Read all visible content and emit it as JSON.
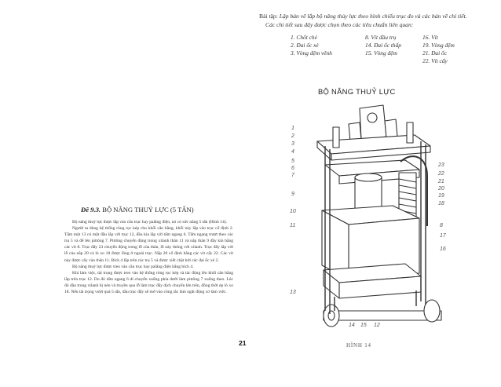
{
  "task": {
    "label": "Bài tập:",
    "line1": "Lập bản vẽ lắp bộ nâng thủy lực theo hình chiếu trục đo và các bản vẽ chi tiết.",
    "line2": "Các chi tiết sau đây được chọn theo các tiêu chuẩn liên quan:"
  },
  "parts": [
    [
      "1. Chốt chẻ",
      "8. Vít đầu trụ",
      "16. Vít"
    ],
    [
      "2. Đai ốc xẻ",
      "14. Đai ốc thấp",
      "19. Vòng đệm"
    ],
    [
      "3. Vòng đệm vênh",
      "15. Vòng đệm",
      "21. Đai ốc"
    ],
    [
      "",
      "",
      "22. Vít cấy"
    ]
  ],
  "figure": {
    "title": "BỘ NÂNG THUỶ LỰC",
    "caption": "HÌNH 14",
    "labels_left": [
      "1",
      "2",
      "3",
      "4",
      "5",
      "6",
      "7",
      "9",
      "10",
      "11",
      "13"
    ],
    "labels_right": [
      "23",
      "22",
      "21",
      "20",
      "19",
      "18",
      "8",
      "17",
      "16"
    ],
    "labels_bottom": [
      "14",
      "15",
      "12"
    ]
  },
  "page_number": "21",
  "article": {
    "number": "Đề 9.3.",
    "title": "BỘ NÂNG THUỶ LỰC (5 TẤN)",
    "paragraphs": [
      "Bộ nâng thuỷ lực được lắp vào cầu trục hay palăng điện, nó có sức nâng 5 tấn (Hình 14).",
      "Người ta dùng hệ thống ròng rọc kép cho khối cân bằng, khối này lắp vào trục cố định 2. Tấm một 13 có một đầu lắp với trục 12, đầu kia lắp với tấm ngang 6. Tấm ngang trượt theo các trụ 5 và để lên pittông 7. Pittông chuyển động trong xilanh thân 11 và nắp thân 9 đầy kín bằng các vít 8. Trục đẩy 23 chuyển động trong lỗ của thân, lỗ này thông với xilanh. Trục đẩy lắp với lỗ của nắp 20 và lò xo 18 được lồng ở ngoài trục. Nắp 20 cố định bằng các vít cấy 22. Các vít này được cấy vào thân 11. Bích 4 lắp trên các trụ 5 và được xiết chặt bởi các đai ốc xẻ 2.",
      "Bộ nâng thuỷ lực được treo vào cầu trục hay palăng điện bằng bích 4.",
      "Khi làm việc, tải trọng được treo vào hệ thống ròng rọc kép và tác động lên khối cân bằng lắp trên trục 12. Do đó tấm ngang 6 di chuyển xuống phía dưới làm pittông 7 xuống theo. Lúc đó dầu trong xilanh bị nén và truyền qua lỗ làm trục đẩy dịch chuyển lên trên, đồng thời ép lò xo 18. Nếu tải trọng vượt quá 5 tấn, dầu trục đẩy sẽ mở vào công tắc làm ngắt động cơ làm việc."
    ]
  }
}
